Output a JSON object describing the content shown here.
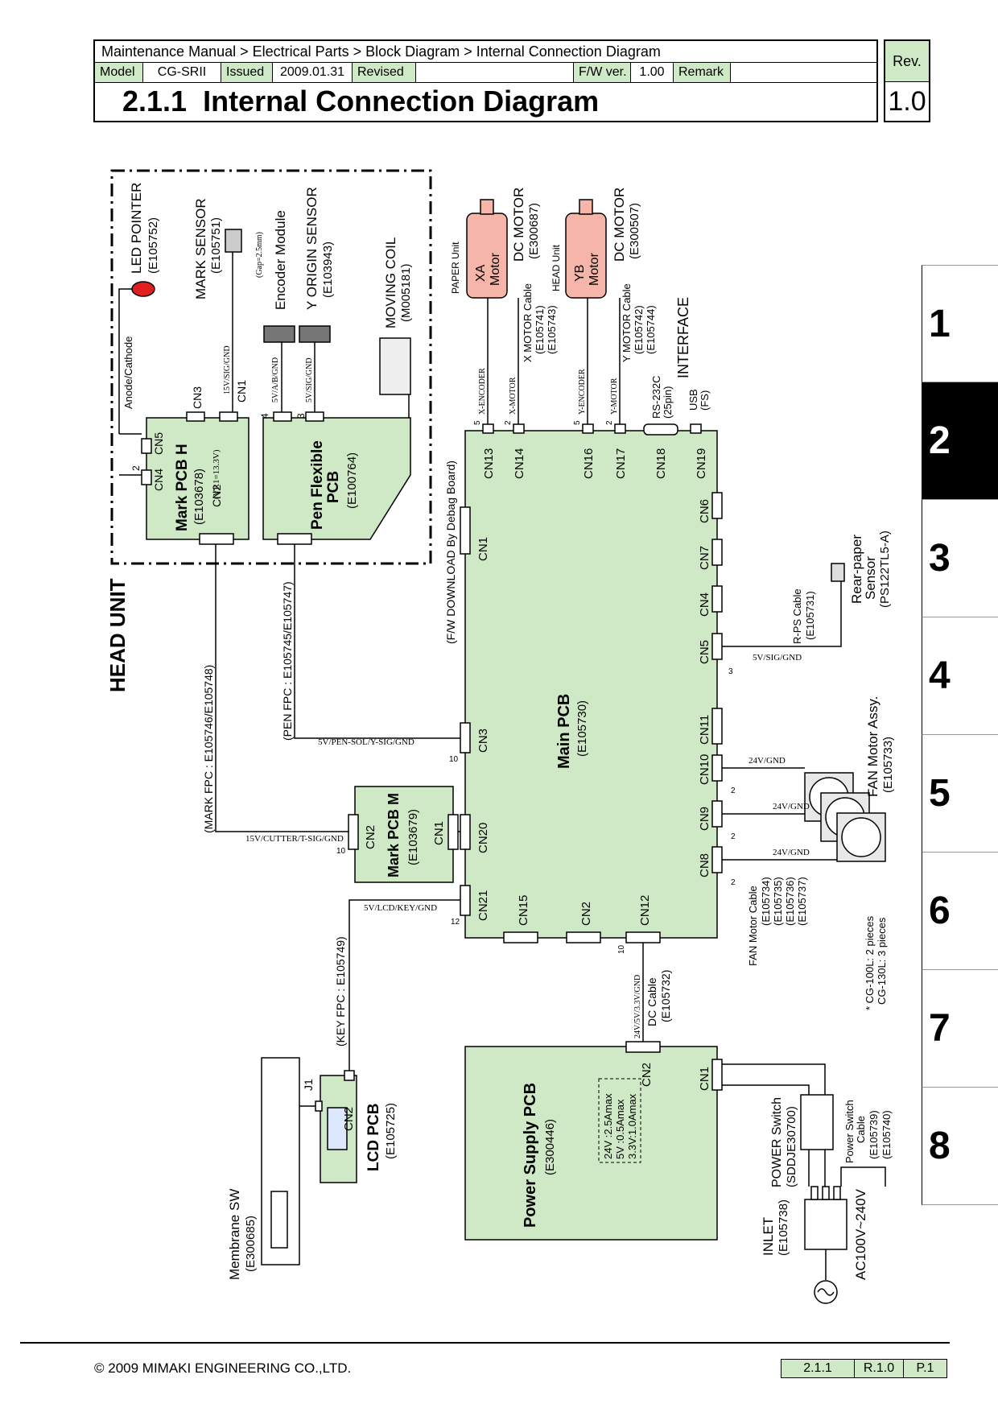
{
  "header": {
    "breadcrumb": "Maintenance Manual > Electrical Parts > Block Diagram > Internal Connection Diagram",
    "model_label": "Model",
    "model_value": "CG-SRII",
    "issued_label": "Issued",
    "issued_value": "2009.01.31",
    "revised_label": "Revised",
    "revised_value": "",
    "fw_label": "F/W ver.",
    "fw_value": "1.00",
    "remark_label": "Remark",
    "remark_value": "",
    "title": "2.1.1  Internal Connection Diagram",
    "rev_label": "Rev.",
    "rev_value": "1.0"
  },
  "tabs": [
    "1",
    "2",
    "3",
    "4",
    "5",
    "6",
    "7",
    "8"
  ],
  "active_tab": "2",
  "diagram": {
    "head_unit": "HEAD UNIT",
    "led_pointer": "LED POINTER",
    "led_pointer_code": "(E105752)",
    "mark_sensor": "MARK SENSOR",
    "mark_sensor_code": "(E105751)",
    "gap": "(Gap=2.5mm)",
    "encoder_module": "Encoder Module",
    "y_origin_sensor": "Y ORIGIN SENSOR",
    "y_origin_code": "(E103943)",
    "moving_coil": "MOVING COIL",
    "moving_coil_code": "(M005181)",
    "anode_cathode": "Anode/Cathode",
    "mark_pcb_h": "Mark PCB H",
    "mark_pcb_h_code": "(E103678)",
    "vr1": "(VR1=13.3V)",
    "mark_h_cn2": "CN2",
    "mark_h_cn3": "CN3",
    "mark_h_cn1": "CN1",
    "mark_h_cn4": "CN4",
    "mark_h_cn5": "CN5",
    "sig_15v": "15V/SIG/GND",
    "pen_flexible": "Pen Flexible",
    "pen_pcb": "PCB",
    "pen_code": "(E100764)",
    "enc_sig": "5V/A/B/GND",
    "yorg_sig": "5V/SIG/GND",
    "pin_4": "4",
    "pin_3": "3",
    "pin_2": "2",
    "pin_5": "5",
    "pin_10": "10",
    "pin_12": "12",
    "paper_unit": "PAPER Unit",
    "head_unit_small": "HEAD Unit",
    "xa_motor": "XA",
    "yb_motor": "YB",
    "motor_word": "Motor",
    "dc_motor": "DC MOTOR",
    "xa_code": "(E300687)",
    "yb_code": "(E300507)",
    "x_motor_cable": "X MOTOR Cable",
    "x_motor_cable_c1": "(E105741)",
    "x_motor_cable_c2": "(E105743)",
    "y_motor_cable": "Y MOTOR Cable",
    "y_motor_cable_c1": "(E105742)",
    "y_motor_cable_c2": "(E105744)",
    "x_encoder": "X-ENCODER",
    "x_motor": "X-MOTOR",
    "y_encoder": "Y-ENCODER",
    "y_motor": "Y-MOTOR",
    "rs232c": "RS-232C",
    "rs232c_pin": "(25pin)",
    "usb": "USB",
    "usb_fs": "(FS)",
    "interface": "INTERFACE",
    "main_pcb": "Main PCB",
    "main_pcb_code": "(E105730)",
    "fw_download": "(F/W DOWNLOAD By Debag Board)",
    "main_cn1": "CN1",
    "main_cn3": "CN3",
    "main_cn20": "CN20",
    "main_cn21": "CN21",
    "main_cn13": "CN13",
    "main_cn14": "CN14",
    "main_cn16": "CN16",
    "main_cn17": "CN17",
    "main_cn18": "CN18",
    "main_cn19": "CN19",
    "main_cn6": "CN6",
    "main_cn7": "CN7",
    "main_cn4": "CN4",
    "main_cn5": "CN5",
    "main_cn11": "CN11",
    "main_cn10": "CN10",
    "main_cn9": "CN9",
    "main_cn8": "CN8",
    "main_cn15": "CN15",
    "main_cn2": "CN2",
    "main_cn12": "CN12",
    "pen_fpc": "(PEN FPC : E105745/E105747)",
    "pen_sig": "5V/PEN-SOL/Y-SIG/GND",
    "mark_fpc": "(MARK FPC : E105746/E105748)",
    "mark_sig": "15V/CUTTER/T-SIG/GND",
    "mark_pcb_m": "Mark PCB M",
    "mark_pcb_m_code": "(E103679)",
    "mark_m_cn2": "CN2",
    "mark_m_cn1": "CN1",
    "key_sig": "5V/LCD/KEY/GND",
    "key_fpc": "(KEY FPC : E105749)",
    "lcd_pcb": "LCD PCB",
    "lcd_pcb_code": "(E105725)",
    "lcd_cn2": "CN2",
    "j1": "J1",
    "membrane_sw": "Membrane SW",
    "membrane_code": "(E300685)",
    "rear_paper": "Rear-paper",
    "sensor_word": "Sensor",
    "rear_paper_code": "(PS122TL5-A)",
    "rps_cable": "R-PS Cable",
    "rps_code": "(E105731)",
    "rps_sig": "5V/SIG/GND",
    "fan_motor": "FAN Motor Assy.",
    "fan_code": "(E105733)",
    "fan_sig": "24V/GND",
    "fan_cable": "FAN Motor Cable",
    "fan_cable_c1": "(E105734)",
    "fan_cable_c2": "(E105735)",
    "fan_cable_c3": "(E105736)",
    "fan_cable_c4": "(E105737)",
    "note1": "* CG-100L: 2 pieces",
    "note2": "CG-130L: 3 pieces",
    "dc_sig": "24V/5V/3.3V/GND",
    "dc_cable": "DC Cable",
    "dc_cable_code": "(E105732)",
    "psu": "Power Supply PCB",
    "psu_code": "(E300446)",
    "psu_24": "24V :2.5Amax",
    "psu_5": "5V :0.5Amax",
    "psu_33": "3.3V:1.0Amax",
    "psu_cn2": "CN2",
    "psu_cn1": "CN1",
    "power_switch": "POWER Switch",
    "power_switch_code": "(SDDJE30700)",
    "ps_cable": "Power Switch",
    "ps_cable2": "Cable",
    "ps_cable_c1": "(E105739)",
    "ps_cable_c2": "(E105740)",
    "inlet": "INLET",
    "inlet_code": "(E105738)",
    "ac": "AC100V~240V"
  },
  "footer": {
    "copyright": "© 2009 MIMAKI ENGINEERING CO.,LTD.",
    "section": "2.1.1",
    "revision": "R.1.0",
    "page": "P.1"
  },
  "colors": {
    "pcb_fill": "#cfe8c5",
    "motor_fill": "#f5b5a8",
    "active_tab": "#000000",
    "led_red": "#e02020"
  }
}
